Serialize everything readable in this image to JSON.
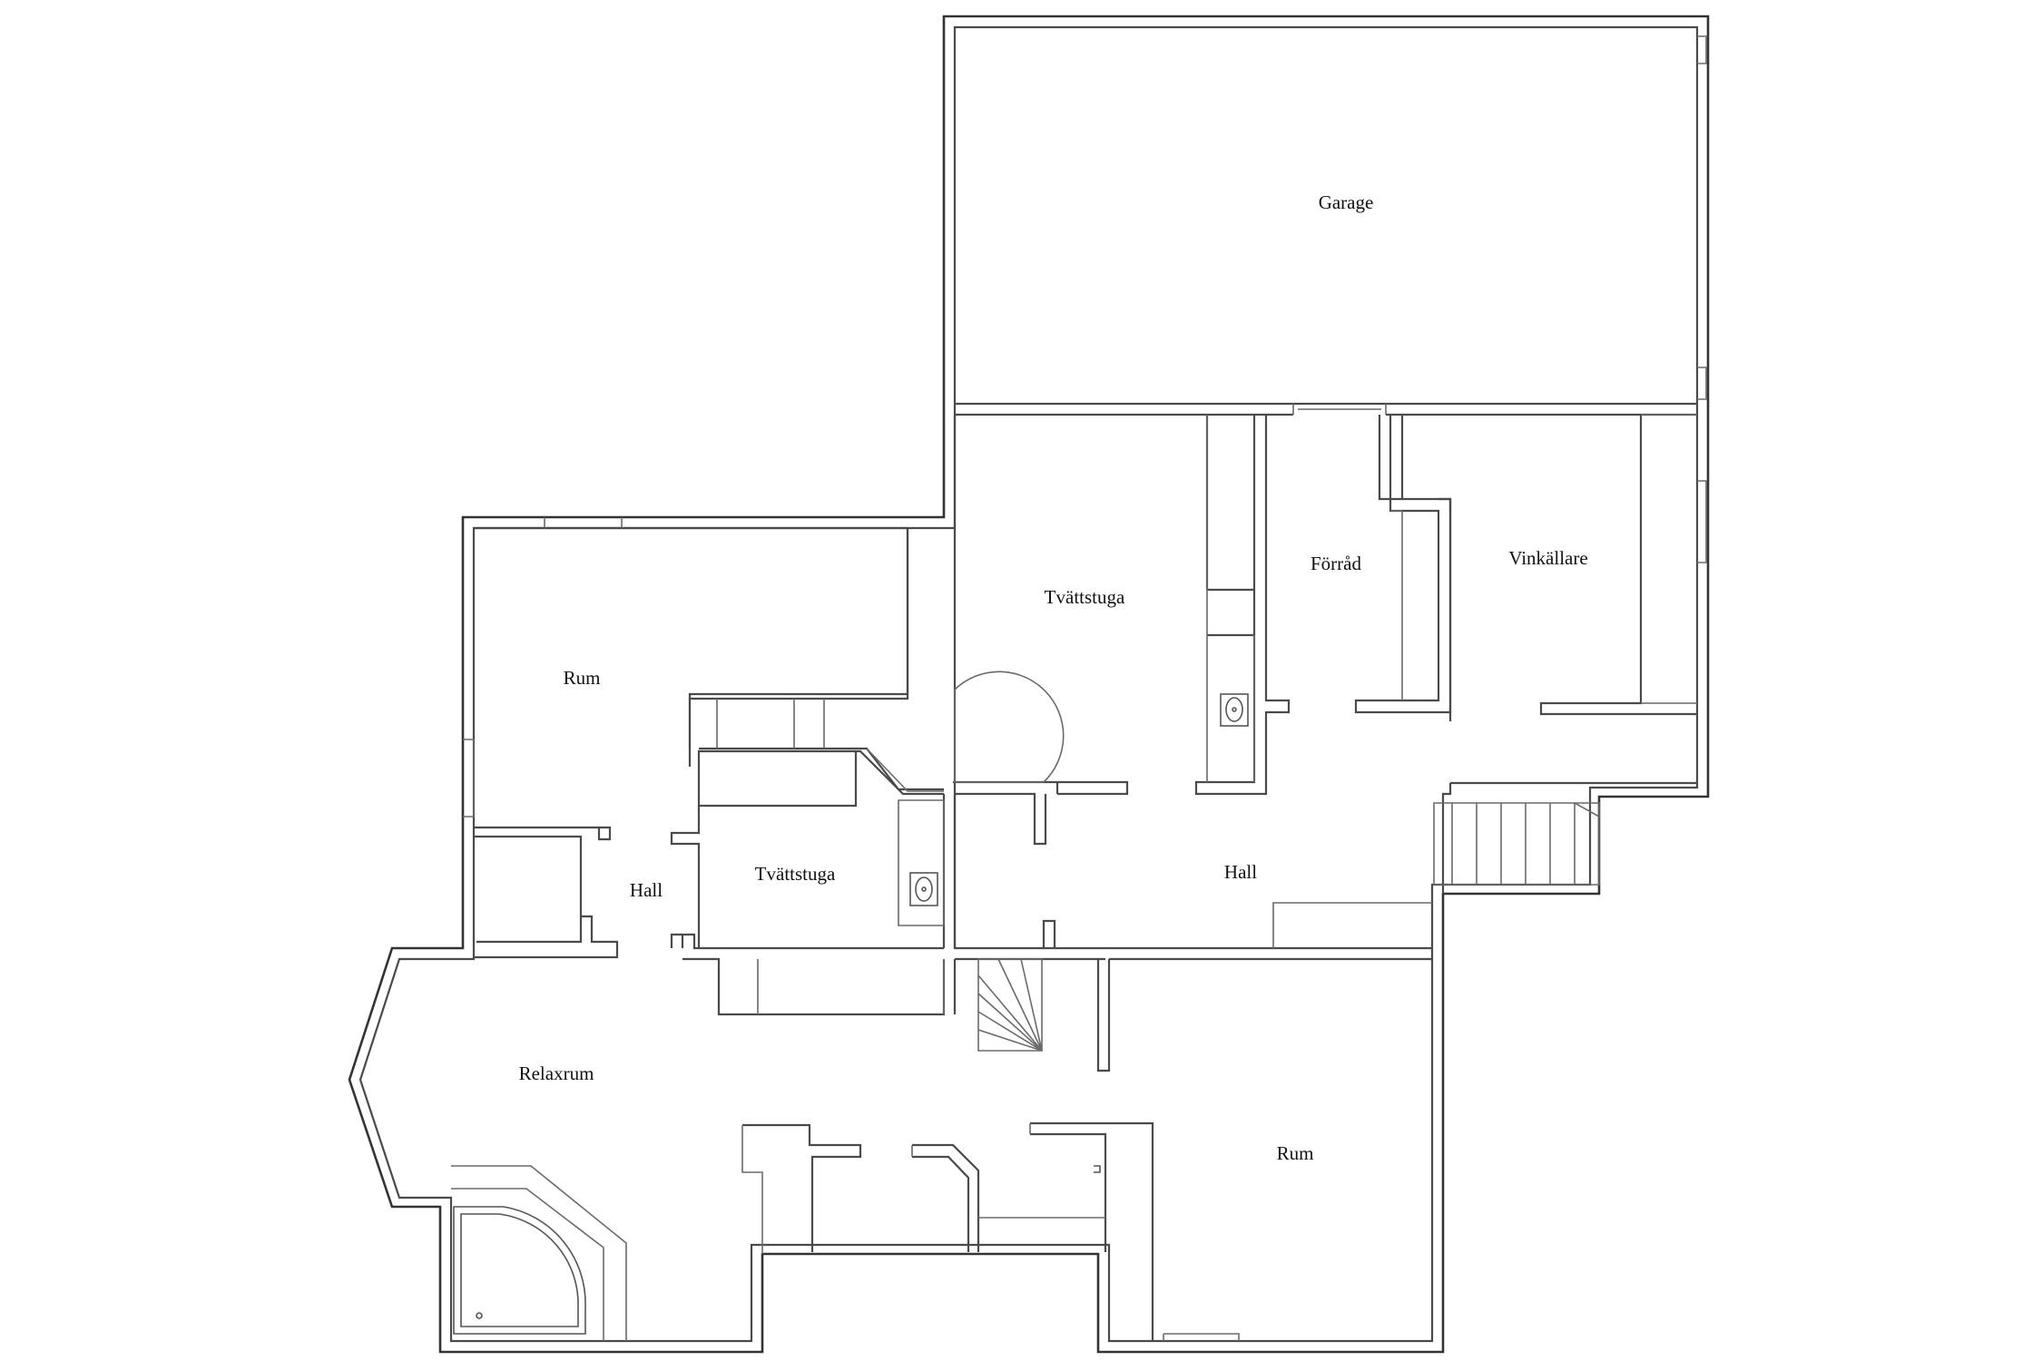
{
  "plan": {
    "rooms": [
      {
        "id": "garage",
        "label": "Garage"
      },
      {
        "id": "tvattstuga-1",
        "label": "Tvättstuga"
      },
      {
        "id": "forrad",
        "label": "Förråd"
      },
      {
        "id": "vinkallare",
        "label": "Vinkällare"
      },
      {
        "id": "rum-1",
        "label": "Rum"
      },
      {
        "id": "hall-1",
        "label": "Hall"
      },
      {
        "id": "tvattstuga-2",
        "label": "Tvättstuga"
      },
      {
        "id": "hall-2",
        "label": "Hall"
      },
      {
        "id": "relaxrum",
        "label": "Relaxrum"
      },
      {
        "id": "rum-2",
        "label": "Rum"
      }
    ]
  },
  "colors": {
    "wall": "#4a4a4a",
    "label": "#111111",
    "background": "#ffffff"
  }
}
